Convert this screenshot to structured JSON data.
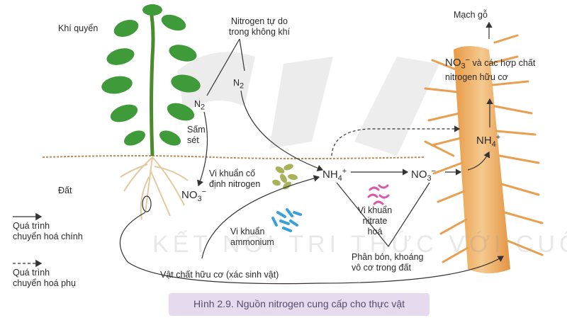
{
  "labels": {
    "atmosphere": "Khí quyển",
    "soil": "Đất",
    "xylem": "Mạch gỗ",
    "free_nitrogen": "Nitrogen tự do\ntrong không khí",
    "n2_left": "N",
    "n2_right": "N",
    "sub2": "2",
    "lightning": "Sấm\nsét",
    "fixing_bacteria": "Vi khuẩn cố\nđịnh nitrogen",
    "ammonium_bacteria": "Vi khuẩn\nammonium",
    "nitrate_bacteria": "Vi khuẩn\nnitrate\nhoá",
    "fertilizer": "Phân bón, khoáng\nvô cơ trong đất",
    "organic_matter": "Vật chất hữu cơ (xác sinh vật)",
    "no3_and_compounds": " và các hợp chất\nnitrogen hữu cơ"
  },
  "chem": {
    "no3": "NO",
    "nh4": "NH",
    "sub3": "3",
    "sub4": "4",
    "minus": "−",
    "plus": "+"
  },
  "legend": {
    "main_process": "Quá trình\nchuyển hoá chính",
    "side_process": "Quá trình\nchuyển hoá phụ"
  },
  "caption": "Hình 2.9. Nguồn nitrogen cung cấp cho thực vật",
  "watermark": "KẾT NỐI TRI THỨC VỚI CUỘC SỐNG",
  "colors": {
    "arrow": "#333333",
    "leaf": "#3f9a3a",
    "root_pale": "#e8d4b0",
    "root_orange": "#e8a050",
    "soil_line": "#b98a5a",
    "caption_bg": "#e6dbee"
  }
}
